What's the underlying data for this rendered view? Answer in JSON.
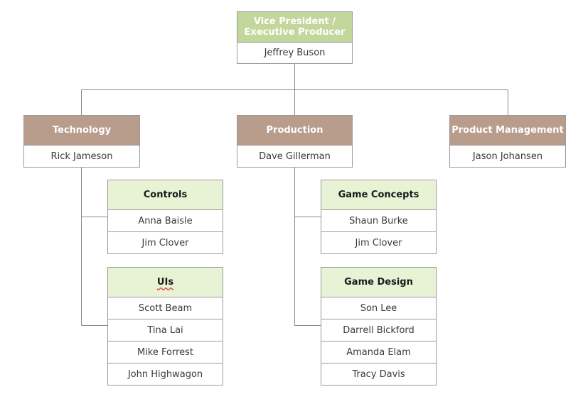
{
  "vp": {
    "title": "Vice President / Executive Producer",
    "name": "Jeffrey Buson"
  },
  "technology": {
    "title": "Technology",
    "name": "Rick Jameson"
  },
  "production": {
    "title": "Production",
    "name": "Dave Gillerman"
  },
  "product_management": {
    "title": "Product Management",
    "name": "Jason Johansen"
  },
  "controls": {
    "title": "Controls",
    "members": [
      "Anna Baisle",
      "Jim Clover"
    ]
  },
  "uis": {
    "title": "UIs",
    "members": [
      "Scott Beam",
      "Tina Lai",
      "Mike Forrest",
      "John Highwagon"
    ]
  },
  "game_concepts": {
    "title": "Game Concepts",
    "members": [
      "Shaun Burke",
      "Jim Clover"
    ]
  },
  "game_design": {
    "title": "Game Design",
    "members": [
      "Son Lee",
      "Darrell Bickford",
      "Amanda Elam",
      "Tracy Davis"
    ]
  },
  "colors": {
    "header_brown": "#b89c8c",
    "header_green": "#c3d69b",
    "header_light": "#e8f3d6",
    "line": "#8a8a8a"
  }
}
